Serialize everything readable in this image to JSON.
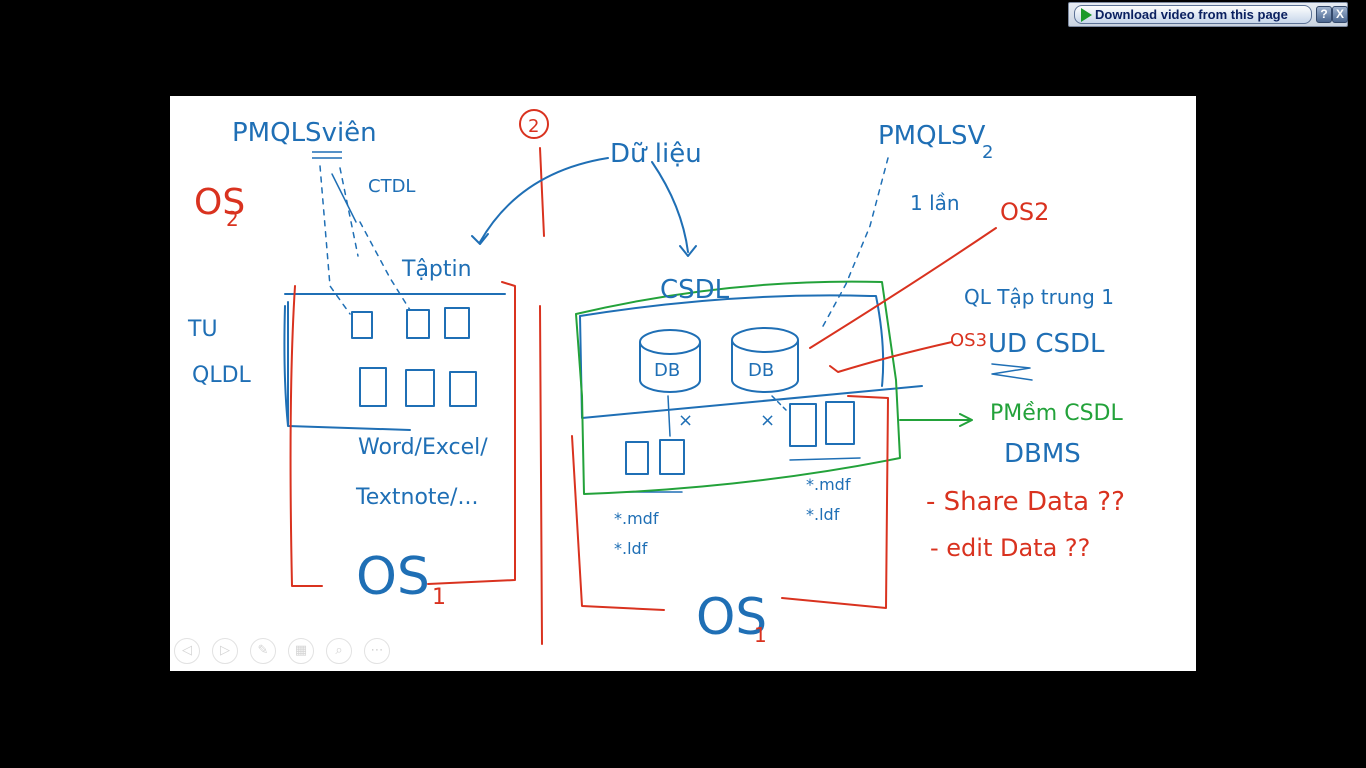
{
  "toolbar": {
    "download_label": "Download video from this page",
    "help_label": "?",
    "close_label": "X"
  },
  "slide": {
    "labels": {
      "pmqlsv1": "PMQLSviên",
      "cto": "CTDL",
      "os2_left": "OS",
      "os2_left_sub": "2",
      "tu": "TU",
      "qldl": "QLDL",
      "taptin": "Tậptin",
      "word": "Word/Excel/",
      "textnote": "Textnote/...",
      "os1_left": "OS",
      "os1_left_sub": "1",
      "circle2": "2",
      "dulieu": "Dữ liệu",
      "csdl_top": "CSDL",
      "db1": "DB",
      "db2": "DB",
      "pmqlsv2": "PMQLSV",
      "pmqlsv2_sub": "2",
      "mot_lan": "1 lần",
      "os2_right": "OS2",
      "ql_tap_trung": "QL Tập trung 1",
      "os3": "OS3",
      "ud_csdl": "UD CSDL",
      "pmem_csdl": "PMềm CSDL",
      "dbms": "DBMS",
      "share_data": "- Share Data ??",
      "edit_data": "- edit Data ??",
      "mdf_left": "*.mdf",
      "ldf_left": "*.ldf",
      "mdf_right": "*.mdf",
      "ldf_right": "*.ldf",
      "x1": "×",
      "x2": "×",
      "os1_right": "OS",
      "os1_right_sub": "1"
    }
  },
  "controls": [
    {
      "name": "prev-slide-icon",
      "glyph": "◁"
    },
    {
      "name": "next-slide-icon",
      "glyph": "▷"
    },
    {
      "name": "pen-icon",
      "glyph": "✎"
    },
    {
      "name": "slides-grid-icon",
      "glyph": "▦"
    },
    {
      "name": "zoom-icon",
      "glyph": "⌕"
    },
    {
      "name": "more-icon",
      "glyph": "⋯"
    }
  ],
  "colors": {
    "ink_blue": "#1f6fb5",
    "ink_red": "#d9321f",
    "ink_green": "#23a23a"
  }
}
